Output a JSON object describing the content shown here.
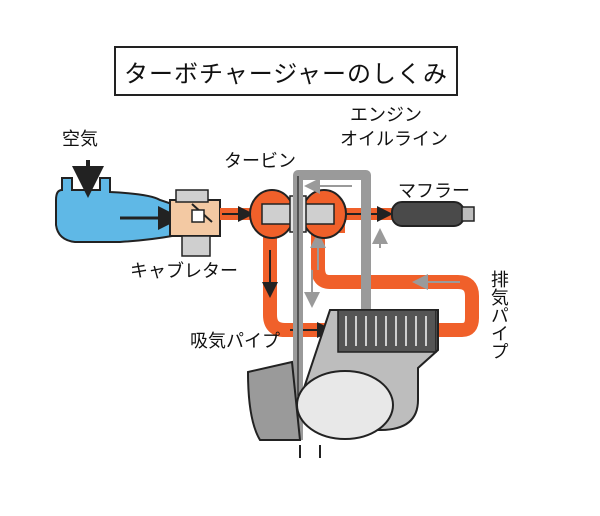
{
  "title": "ターボチャージャーのしくみ",
  "labels": {
    "air": "空気",
    "turbine": "タービン",
    "engine_oil_line_1": "エンジン",
    "engine_oil_line_2": "オイルライン",
    "muffler": "マフラー",
    "carburetor": "キャブレター",
    "intake_pipe": "吸気パイプ",
    "exhaust_pipe": "排気パイプ"
  },
  "colors": {
    "air": "#5fb8e6",
    "exhaust": "#f0602a",
    "metal": "#cfcfcf",
    "outline": "#222222"
  }
}
